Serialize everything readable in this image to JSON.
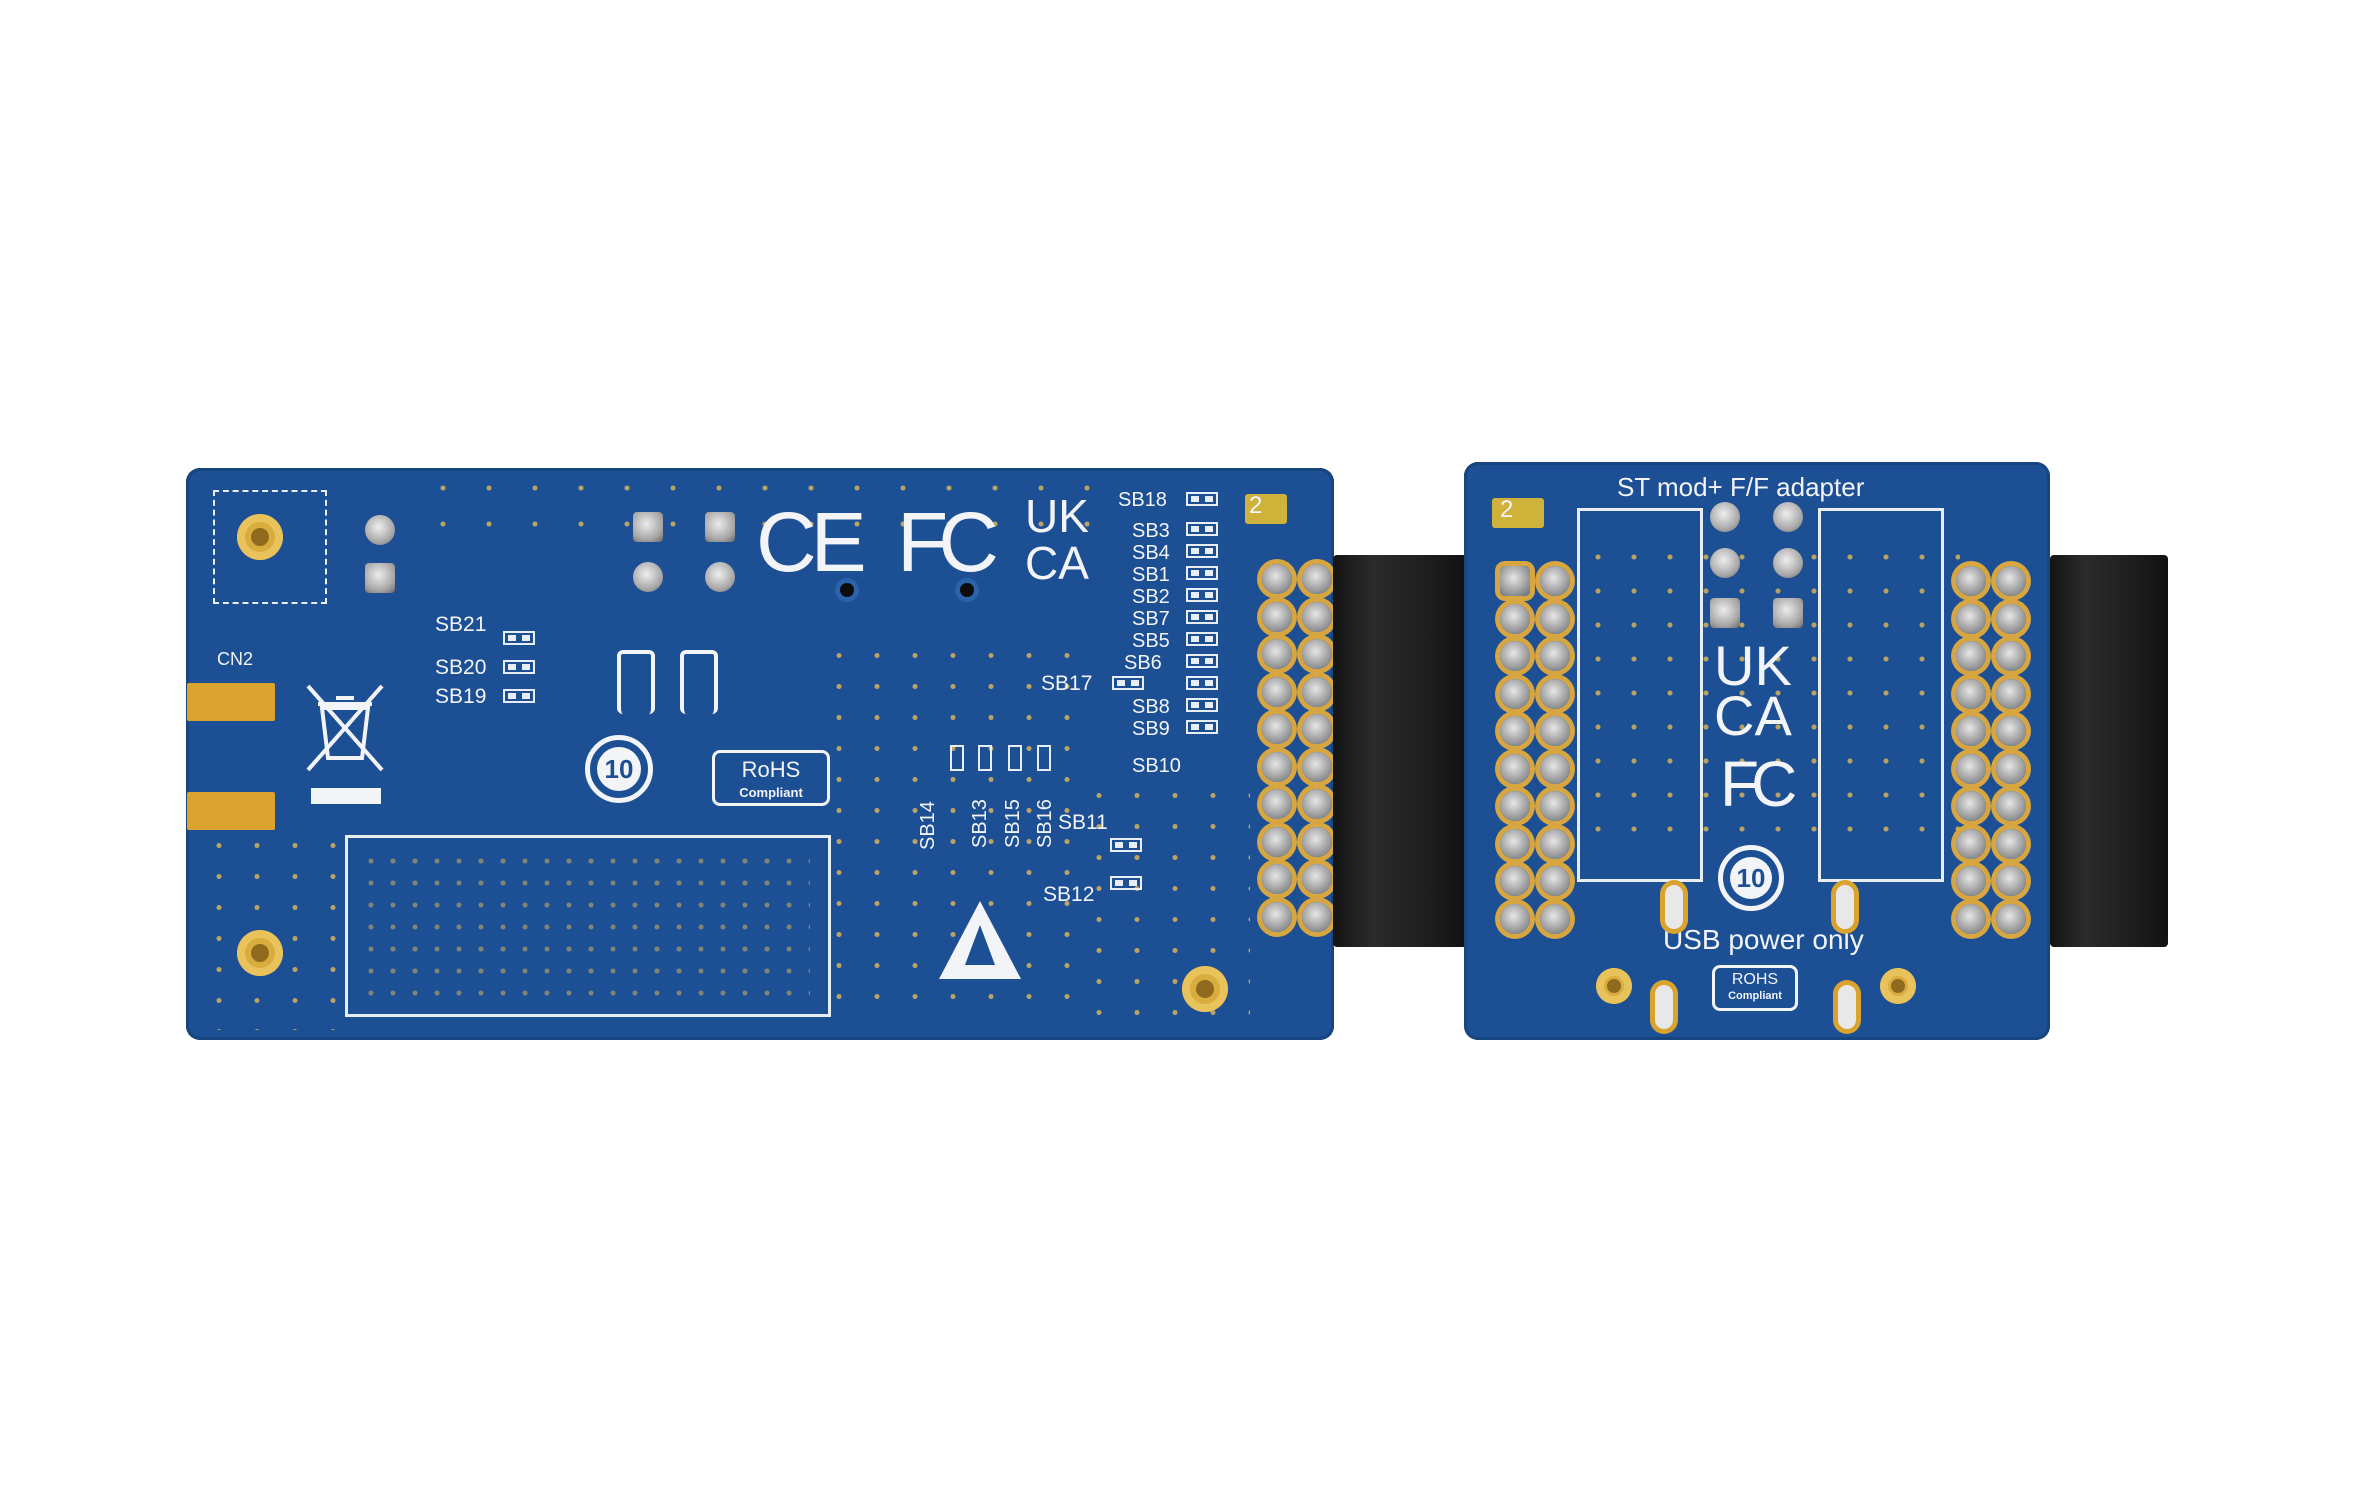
{
  "main_board": {
    "marks": {
      "ce": "CE",
      "fcc": "FC",
      "ukca_top": "UK",
      "ukca_bottom": "CA"
    },
    "labels": {
      "cn2": "CN2",
      "pin2": "2",
      "sb18": "SB18",
      "sb3": "SB3",
      "sb4": "SB4",
      "sb1": "SB1",
      "sb2": "SB2",
      "sb7": "SB7",
      "sb5": "SB5",
      "sb6": "SB6",
      "sb8": "SB8",
      "sb9": "SB9",
      "sb10": "SB10",
      "sb17": "SB17",
      "sb21": "SB21",
      "sb20": "SB20",
      "sb19": "SB19",
      "sb14": "SB14",
      "sb13": "SB13",
      "sb15": "SB15",
      "sb16": "SB16",
      "sb11": "SB11",
      "sb12": "SB12"
    },
    "rohs_top": "RoHS",
    "rohs_bottom": "Compliant",
    "epup_years": "10"
  },
  "adapter_board": {
    "title": "ST mod+ F/F adapter",
    "pin2": "2",
    "ukca_top": "UK",
    "ukca_bottom": "CA",
    "fcc": "FC",
    "epup_years": "10",
    "usb_note": "USB power only",
    "rohs_top": "ROHS",
    "rohs_bottom": "Compliant"
  }
}
